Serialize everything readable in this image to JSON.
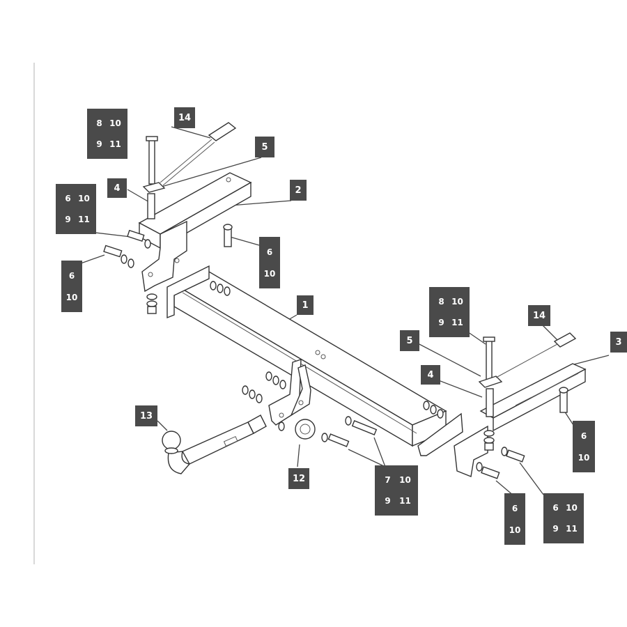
{
  "labels": {
    "main_bar": "1",
    "bracket_left": "2",
    "bracket_right": "3",
    "spacer_left": "4",
    "spacer_right": "4",
    "plate_left": "5",
    "plate_right": "5",
    "ball": "13",
    "socket_plate": "12",
    "strap_left": "14",
    "strap_right": "14"
  },
  "grids": {
    "left_top": [
      "8",
      "10",
      "9",
      "11"
    ],
    "left_mid": [
      "6",
      "10",
      "9",
      "11"
    ],
    "right_top": [
      "8",
      "10",
      "9",
      "11"
    ],
    "bottom_center": [
      "7",
      "10",
      "9",
      "11"
    ],
    "bottom_right": [
      "6",
      "10",
      "9",
      "11"
    ]
  },
  "stacks": {
    "left_bolt": [
      "6",
      "10"
    ],
    "center_bolt": [
      "6",
      "10"
    ],
    "right_side": [
      "6",
      "10"
    ],
    "right_bottom": [
      "6",
      "10"
    ]
  },
  "colors": {
    "label_bg": "#4a4a4a",
    "label_text": "#ffffff",
    "line": "#444444"
  }
}
